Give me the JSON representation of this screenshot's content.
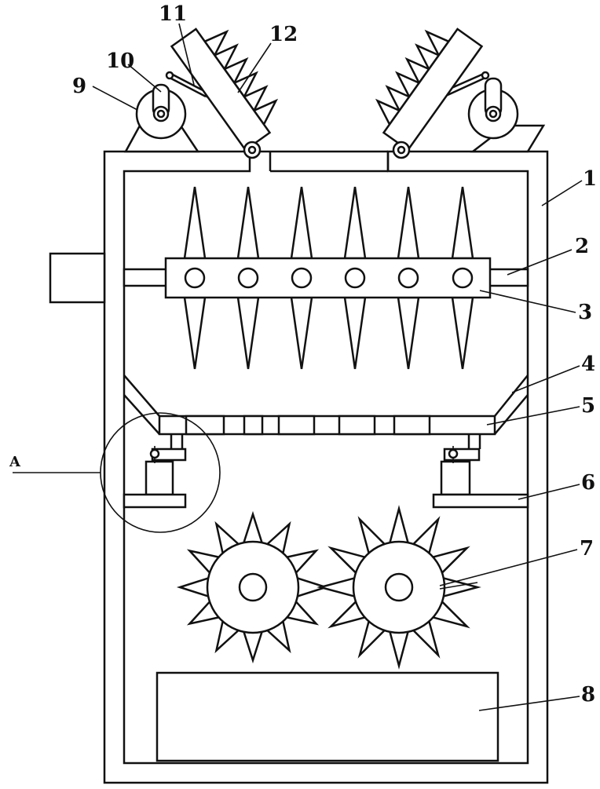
{
  "labels": {
    "l1": "1",
    "l2": "2",
    "l3": "3",
    "l4": "4",
    "l5": "5",
    "l6": "6",
    "l7": "7",
    "l8": "8",
    "l9": "9",
    "l10": "10",
    "l11": "11",
    "l12": "12",
    "detail_a": "A"
  },
  "colors": {
    "line": "#111111",
    "background": "#ffffff"
  }
}
